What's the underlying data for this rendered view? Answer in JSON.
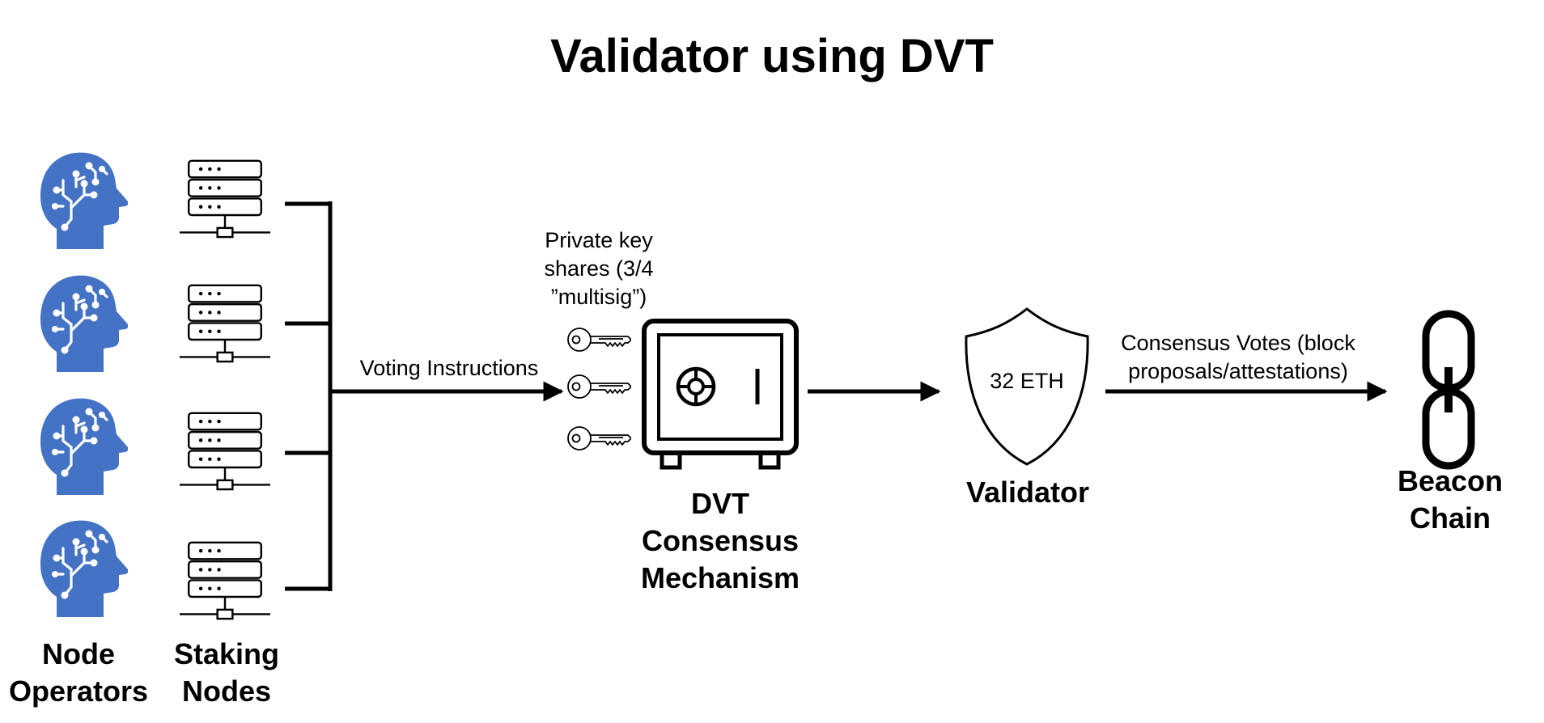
{
  "title": "Validator using DVT",
  "labels": {
    "node_operators": [
      "Node",
      "Operators"
    ],
    "staking_nodes": [
      "Staking",
      "Nodes"
    ],
    "voting_instructions": "Voting Instructions",
    "private_key_shares": [
      "Private key",
      "shares (3/4",
      "”multisig”)"
    ],
    "dvt": [
      "DVT",
      "Consensus",
      "Mechanism"
    ],
    "shield_amount": "32 ETH",
    "validator": "Validator",
    "consensus_votes": [
      "Consensus Votes (block",
      "proposals/attestations)"
    ],
    "beacon_chain": [
      "Beacon",
      "Chain"
    ]
  },
  "icons": {
    "operator": "brain-head-icon",
    "server": "server-rack-icon",
    "key": "key-icon",
    "safe": "safe-vault-icon",
    "shield": "shield-icon",
    "chain": "chain-link-icon"
  },
  "colors": {
    "operator_blue": "#4472C4",
    "line": "#000000",
    "background": "#ffffff"
  }
}
